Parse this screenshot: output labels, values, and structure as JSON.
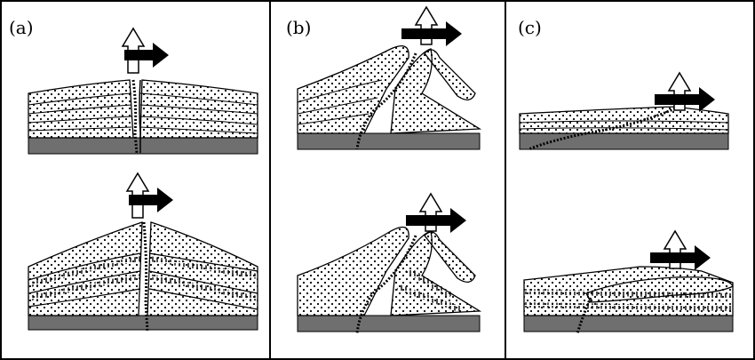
{
  "panels": [
    {
      "label": "(a)"
    },
    {
      "label": "(b)"
    },
    {
      "label": "(c)"
    }
  ],
  "colors": {
    "basement": "#6f6f6f",
    "arrow_fill": "#000000",
    "arrow_open": "#ffffff",
    "border": "#000000"
  }
}
